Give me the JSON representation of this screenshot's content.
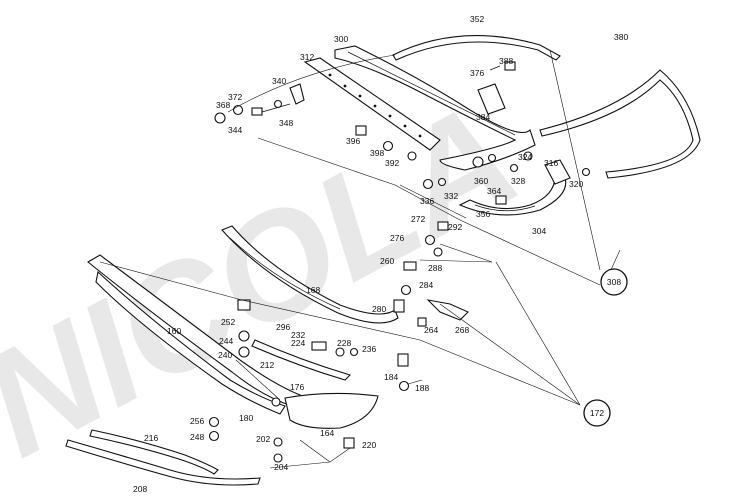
{
  "diagram": {
    "watermark": "NICOLA",
    "labels": {
      "l352": "352",
      "l380": "380",
      "l300": "300",
      "l312": "312",
      "l340": "340",
      "l388": "388",
      "l376": "376",
      "l384": "384",
      "l372": "372",
      "l368": "368",
      "l344": "344",
      "l348": "348",
      "l396": "396",
      "l398": "398",
      "l392": "392",
      "l324": "324",
      "l316": "316",
      "l360": "360",
      "l328": "328",
      "l364": "364",
      "l320": "320",
      "l336": "336",
      "l332": "332",
      "l356": "356",
      "l304": "304",
      "l272": "272",
      "l292": "292",
      "l276": "276",
      "l288": "288",
      "l260": "260",
      "l284": "284",
      "l168": "168",
      "l280": "280",
      "l264": "264",
      "l268": "268",
      "l252": "252",
      "l296": "296",
      "l160": "160",
      "l232": "232",
      "l224": "224",
      "l228": "228",
      "l236": "236",
      "l244": "244",
      "l240": "240",
      "l212": "212",
      "l184": "184",
      "l188": "188",
      "l176": "176",
      "l180": "180",
      "l256": "256",
      "l248": "248",
      "l164": "164",
      "l202": "202",
      "l220": "220",
      "l204": "204",
      "l216": "216",
      "l208": "208"
    },
    "callouts": {
      "c308": "308",
      "c172": "172"
    }
  }
}
